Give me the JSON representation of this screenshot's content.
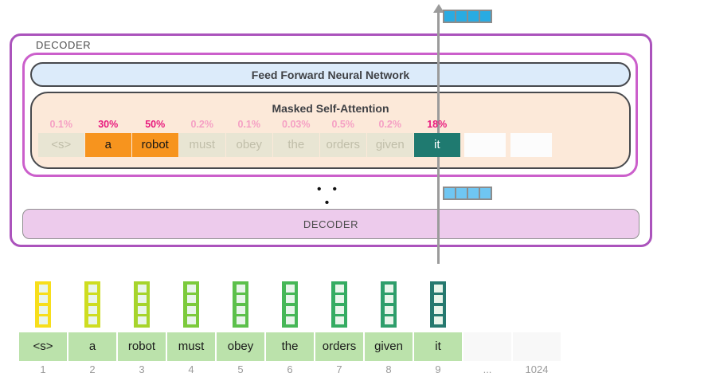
{
  "diagram": {
    "decoder_top_label": "DECODER",
    "ffnn_label": "Feed Forward Neural Network",
    "attention_title": "Masked Self-Attention",
    "ellipsis": "• • •",
    "decoder_bar_label": "DECODER"
  },
  "attention": {
    "tokens": [
      {
        "label": "<s>",
        "percent": "0.1%",
        "style": "dim",
        "emphasis": false
      },
      {
        "label": "a",
        "percent": "30%",
        "style": "orange",
        "emphasis": true
      },
      {
        "label": "robot",
        "percent": "50%",
        "style": "orange",
        "emphasis": true
      },
      {
        "label": "must",
        "percent": "0.2%",
        "style": "dim",
        "emphasis": false
      },
      {
        "label": "obey",
        "percent": "0.1%",
        "style": "dim",
        "emphasis": false
      },
      {
        "label": "the",
        "percent": "0.03%",
        "style": "dim",
        "emphasis": false
      },
      {
        "label": "orders",
        "percent": "0.5%",
        "style": "dim",
        "emphasis": false
      },
      {
        "label": "given",
        "percent": "0.2%",
        "style": "dim",
        "emphasis": false
      },
      {
        "label": "it",
        "percent": "18%",
        "style": "teal",
        "emphasis": true
      },
      {
        "label": "",
        "percent": "",
        "style": "blank",
        "emphasis": false
      },
      {
        "label": "",
        "percent": "",
        "style": "blank",
        "emphasis": false
      }
    ]
  },
  "input": {
    "tokens": [
      "<s>",
      "a",
      "robot",
      "must",
      "obey",
      "the",
      "orders",
      "given",
      "it"
    ],
    "trailing_blank_cells": 2,
    "positions": [
      "1",
      "2",
      "3",
      "4",
      "5",
      "6",
      "7",
      "8",
      "9",
      "...",
      "1024"
    ],
    "embedding_colors": [
      "#f7de1b",
      "#cedd21",
      "#a6d42c",
      "#7cca3c",
      "#5cc04b",
      "#46b757",
      "#35ac62",
      "#2e9e6b",
      "#26796f"
    ]
  },
  "vectors": {
    "segments": 4,
    "top_color": "#29abe2",
    "mid_color": "#6fc6f2"
  },
  "colors": {
    "outer_border": "#ab53bc",
    "inner_border": "#cb5fcb",
    "ffnn_fill": "#dcebfa",
    "attention_fill": "#fce9d9",
    "decoder_bar_fill": "#edcbec",
    "token_green": "#bbe2ab",
    "token_orange": "#f7941e",
    "token_teal": "#1f7a70",
    "percent_pink": "#f5a0c4",
    "percent_magenta": "#e8197d"
  }
}
